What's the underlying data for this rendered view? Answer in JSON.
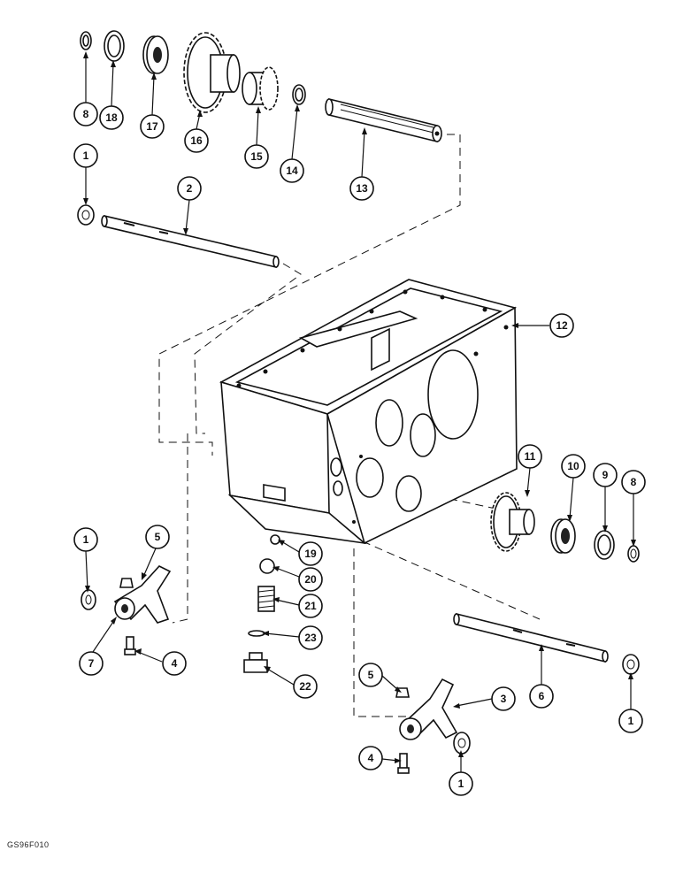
{
  "drawing_code": "GS96F010",
  "callouts": [
    {
      "n": "1",
      "label": "1"
    },
    {
      "n": "2",
      "label": "2"
    },
    {
      "n": "3",
      "label": "3"
    },
    {
      "n": "4",
      "label": "4"
    },
    {
      "n": "5",
      "label": "5"
    },
    {
      "n": "6",
      "label": "6"
    },
    {
      "n": "7",
      "label": "7"
    },
    {
      "n": "8",
      "label": "8"
    },
    {
      "n": "9",
      "label": "9"
    },
    {
      "n": "10",
      "label": "10"
    },
    {
      "n": "11",
      "label": "11"
    },
    {
      "n": "12",
      "label": "12"
    },
    {
      "n": "13",
      "label": "13"
    },
    {
      "n": "14",
      "label": "14"
    },
    {
      "n": "15",
      "label": "15"
    },
    {
      "n": "16",
      "label": "16"
    },
    {
      "n": "17",
      "label": "17"
    },
    {
      "n": "18",
      "label": "18"
    },
    {
      "n": "19",
      "label": "19"
    },
    {
      "n": "20",
      "label": "20"
    },
    {
      "n": "21",
      "label": "21"
    },
    {
      "n": "22",
      "label": "22"
    },
    {
      "n": "23",
      "label": "23"
    }
  ]
}
